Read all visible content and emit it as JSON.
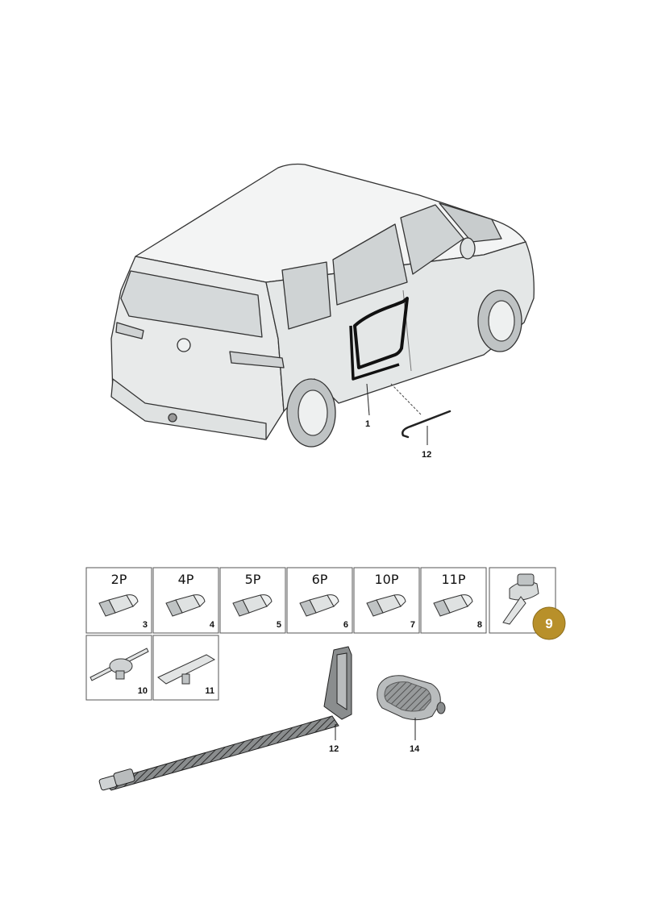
{
  "callouts": {
    "door_seal": "1",
    "seal_strip": "12",
    "harness_strip": "12",
    "cover": "14"
  },
  "connectors": [
    {
      "label": "2P",
      "number": "3"
    },
    {
      "label": "4P",
      "number": "4"
    },
    {
      "label": "5P",
      "number": "5"
    },
    {
      "label": "6P",
      "number": "6"
    },
    {
      "label": "10P",
      "number": "7"
    },
    {
      "label": "11P",
      "number": "8"
    }
  ],
  "fasteners": [
    {
      "number": "10"
    },
    {
      "number": "11"
    }
  ],
  "highlight": {
    "number": "9",
    "color": "#b8902a"
  },
  "colors": {
    "line": "#222222",
    "body": "#e9ecec",
    "glass": "#d4d8d9",
    "box_border": "#555555"
  }
}
